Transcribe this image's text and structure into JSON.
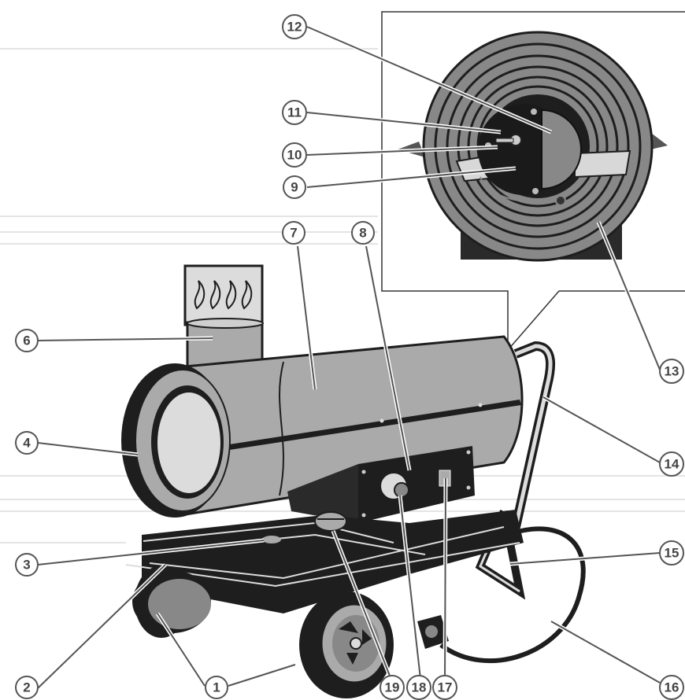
{
  "diagram": {
    "callouts": [
      {
        "id": "1",
        "label": "1"
      },
      {
        "id": "2",
        "label": "2"
      },
      {
        "id": "3",
        "label": "3"
      },
      {
        "id": "4",
        "label": "4"
      },
      {
        "id": "6",
        "label": "6"
      },
      {
        "id": "7",
        "label": "7"
      },
      {
        "id": "8",
        "label": "8"
      },
      {
        "id": "9",
        "label": "9"
      },
      {
        "id": "10",
        "label": "10"
      },
      {
        "id": "11",
        "label": "11"
      },
      {
        "id": "12",
        "label": "12"
      },
      {
        "id": "13",
        "label": "13"
      },
      {
        "id": "14",
        "label": "14"
      },
      {
        "id": "15",
        "label": "15"
      },
      {
        "id": "16",
        "label": "16"
      },
      {
        "id": "17",
        "label": "17"
      },
      {
        "id": "18",
        "label": "18"
      },
      {
        "id": "19",
        "label": "19"
      }
    ]
  },
  "colors": {
    "body_gray": "#aaaaaa",
    "dark": "#1e1e1e",
    "light_gray": "#dcdcdc",
    "mid_gray": "#6e6e6e"
  }
}
